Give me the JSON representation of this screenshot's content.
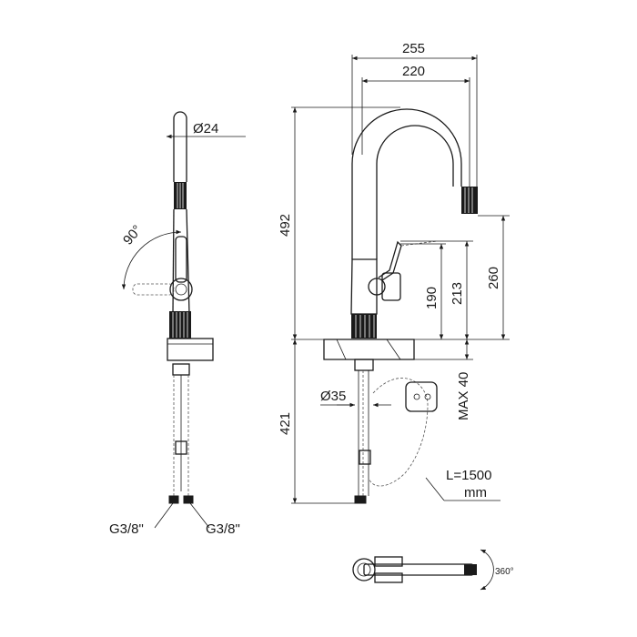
{
  "front_view": {
    "dia_top": "Ø24",
    "angle": "90°",
    "thread_left": "G3/8\"",
    "thread_right": "G3/8\""
  },
  "side_view": {
    "width_overall": "255",
    "width_spout": "220",
    "height_total": "492",
    "height_handle": "190",
    "height_lever": "213",
    "height_spout": "260",
    "height_below": "421",
    "dia_base": "Ø35",
    "max_deck": "MAX 40",
    "hose_length_value": "L=1500",
    "hose_length_unit": "mm"
  },
  "top_view": {
    "rotation": "360°"
  }
}
